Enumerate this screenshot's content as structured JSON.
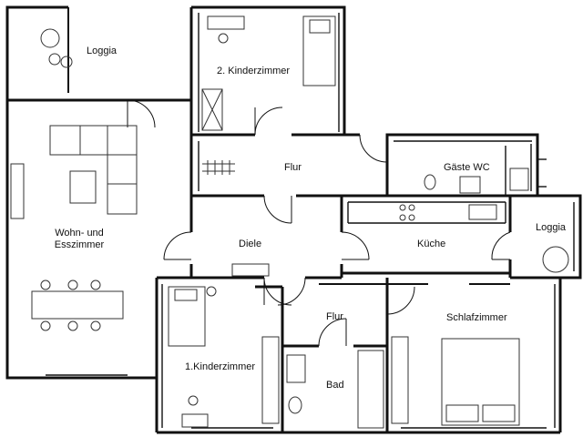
{
  "rooms": {
    "loggia_top": "Loggia",
    "kinderzimmer_2": "2. Kinderzimmer",
    "flur_top": "Flur",
    "gaeste_wc": "Gäste WC",
    "wohn_line1": "Wohn- und",
    "wohn_line2": "Esszimmer",
    "diele": "Diele",
    "kueche": "Küche",
    "loggia_right": "Loggia",
    "flur_bottom": "Flur",
    "schlafzimmer": "Schlafzimmer",
    "kinderzimmer_1": "1.Kinderzimmer",
    "bad": "Bad"
  },
  "colors": {
    "wall": "#111111",
    "fixture": "#333333",
    "background": "#ffffff"
  }
}
